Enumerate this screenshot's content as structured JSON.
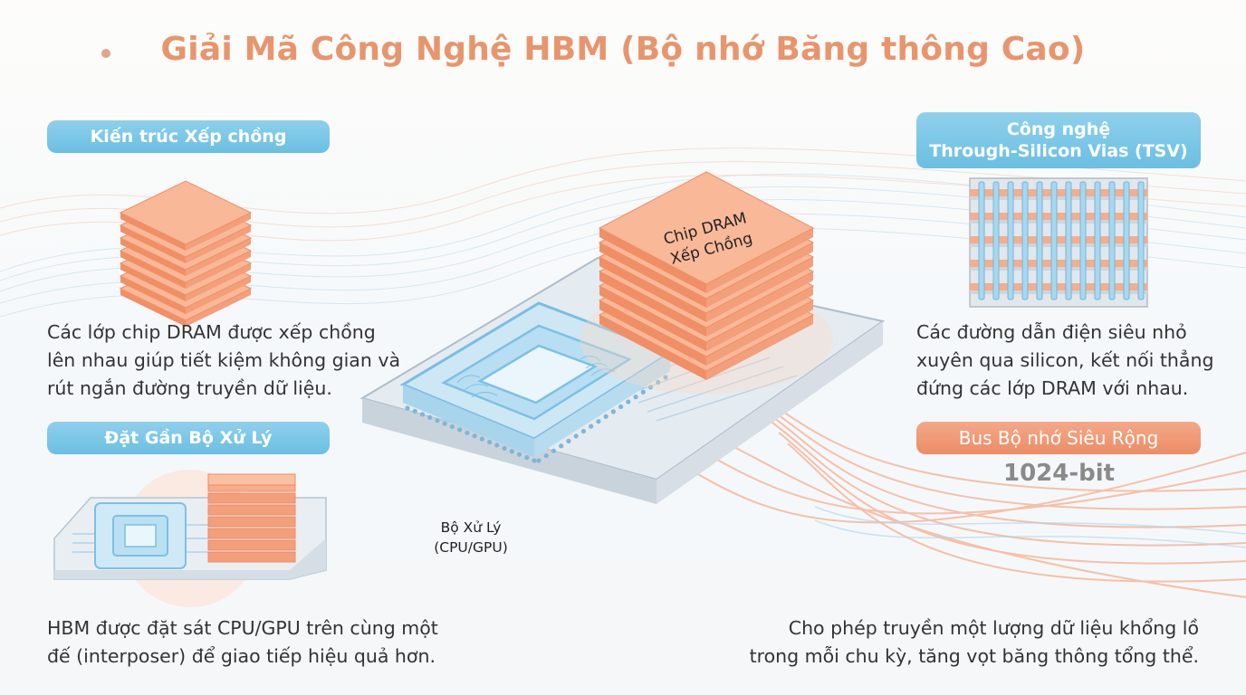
{
  "title": "Giải Mã Công Nghệ HBM (Bộ nhớ Băng thông Cao)",
  "colors": {
    "title": "#e8956d",
    "blue_pill": "#7cc7e8",
    "orange_pill": "#ef9672",
    "dram_layer": "#f6a782",
    "cpu_blue": "#9fd4ee"
  },
  "sections": {
    "stacked": {
      "heading": "Kiến trúc Xếp chồng",
      "lines": [
        "Các lớp chip DRAM được xếp chồng",
        "lên nhau giúp tiết kiệm không gian và",
        "rút ngắn đường truyền dữ liệu."
      ]
    },
    "near_processor": {
      "heading": "Đặt Gần Bộ Xử Lý",
      "lines": [
        "HBM được đặt sát CPU/GPU trên cùng một",
        "đế (interposer) để giao tiếp hiệu quả hơn."
      ]
    },
    "tsv": {
      "heading_lines": [
        "Công nghệ",
        "Through-Silicon Vias (TSV)"
      ],
      "lines": [
        "Các đường dẫn điện siêu nhỏ",
        "xuyên qua silicon, kết nối thẳng",
        "đứng các lớp DRAM với nhau."
      ]
    },
    "bus": {
      "heading": "Bus Bộ nhớ Siêu Rộng",
      "value": "1024-bit",
      "lines": [
        "Cho phép truyền một lượng dữ liệu khổng lồ",
        "trong mỗi chu kỳ, tăng vọt băng thông tổng thể."
      ]
    }
  },
  "center": {
    "dram_label_lines": [
      "Chip DRAM",
      "Xếp Chồng"
    ],
    "cpu_label_lines": [
      "Bộ Xử Lý",
      "(CPU/GPU)"
    ]
  },
  "icons": [
    "dram-stack-icon",
    "interposer-icon",
    "tsv-crosssection-icon",
    "hbm-package-illustration"
  ]
}
